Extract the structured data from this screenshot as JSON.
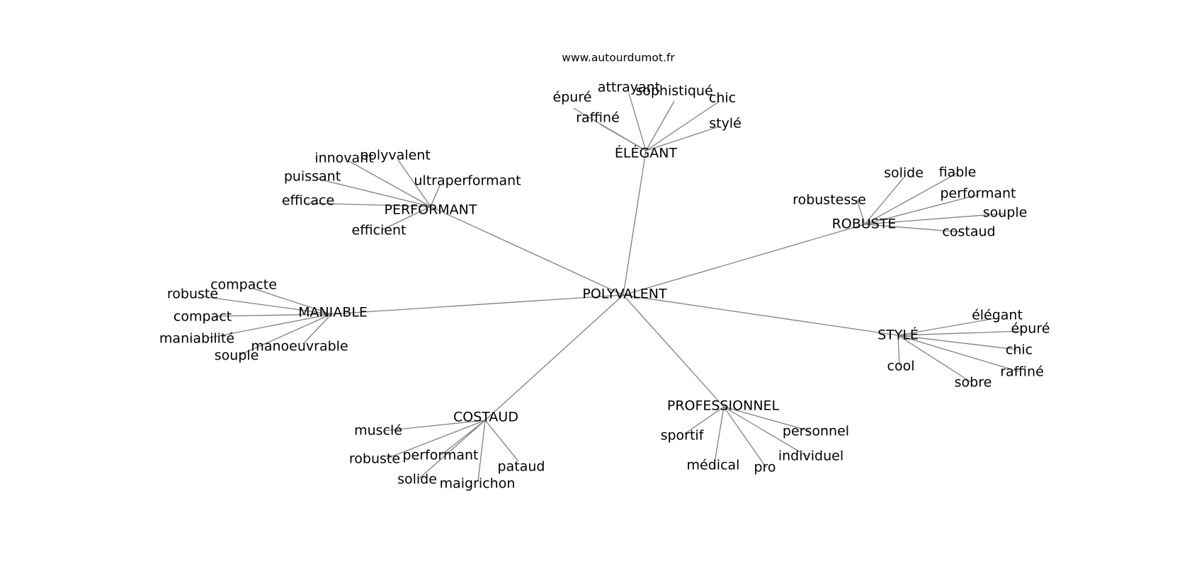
{
  "header": {
    "site": "www.autourdumot.fr"
  },
  "graph": {
    "center": "POLYVALENT",
    "clusters": [
      {
        "id": "elegant",
        "label": "ÉLÉGANT",
        "words": [
          "épuré",
          "attrayant",
          "sophistiqué",
          "chic",
          "raffiné",
          "stylé"
        ]
      },
      {
        "id": "performant",
        "label": "PERFORMANT",
        "words": [
          "innovant",
          "polyvalent",
          "puissant",
          "ultraperformant",
          "efficace",
          "efficient"
        ]
      },
      {
        "id": "robuste",
        "label": "ROBUSTE",
        "words": [
          "solide",
          "fiable",
          "performant",
          "robustesse",
          "souple",
          "costaud"
        ]
      },
      {
        "id": "maniable",
        "label": "MANIABLE",
        "words": [
          "compacte",
          "robuste",
          "compact",
          "maniabilité",
          "manoeuvrable",
          "souple"
        ]
      },
      {
        "id": "style",
        "label": "STYLÉ",
        "words": [
          "élégant",
          "épuré",
          "chic",
          "raffiné",
          "sobre",
          "cool"
        ]
      },
      {
        "id": "costaud",
        "label": "COSTAUD",
        "words": [
          "musclé",
          "robuste",
          "performant",
          "solide",
          "maigrichon",
          "pataud"
        ]
      },
      {
        "id": "professionnel",
        "label": "PROFESSIONNEL",
        "words": [
          "personnel",
          "sportif",
          "individuel",
          "médical",
          "pro"
        ]
      }
    ]
  }
}
